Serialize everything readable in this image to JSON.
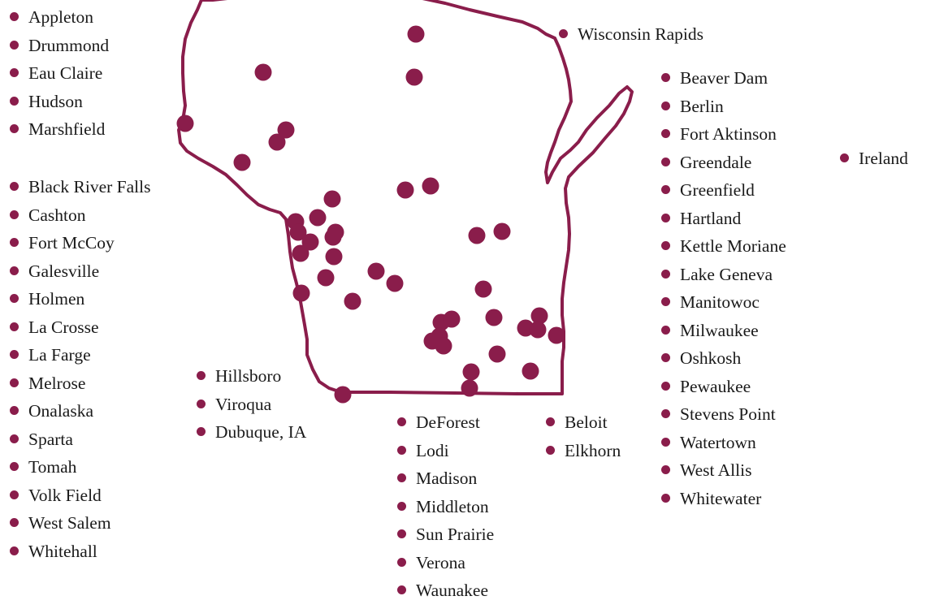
{
  "colors": {
    "accent": "#8a1d4b",
    "text": "#1a1a1a",
    "background": "#ffffff"
  },
  "map": {
    "region": "Wisconsin",
    "marker_count": 48
  },
  "lists": {
    "west_a": [
      "Appleton",
      "Drummond",
      "Eau Claire",
      "Hudson",
      "Marshfield"
    ],
    "west_b": [
      "Black River Falls",
      "Cashton",
      "Fort McCoy",
      "Galesville",
      "Holmen",
      "La Crosse",
      "La Farge",
      "Melrose",
      "Onalaska",
      "Sparta",
      "Tomah",
      "Volk Field",
      "West Salem",
      "Whitehall"
    ],
    "southwest": [
      "Hillsboro",
      "Viroqua",
      "Dubuque, IA"
    ],
    "madison": [
      "DeForest",
      "Lodi",
      "Madison",
      "Middleton",
      "Sun Prairie",
      "Verona",
      "Waunakee"
    ],
    "beloit": [
      "Beloit",
      "Elkhorn"
    ],
    "east": [
      "Beaver Dam",
      "Berlin",
      "Fort Aktinson",
      "Greendale",
      "Greenfield",
      "Hartland",
      "Kettle Moriane",
      "Lake Geneva",
      "Manitowoc",
      "Milwaukee",
      "Oshkosh",
      "Pewaukee",
      "Stevens Point",
      "Watertown",
      "West Allis",
      "Whitewater"
    ],
    "rapids": [
      "Wisconsin Rapids"
    ],
    "ireland": [
      "Ireland"
    ]
  }
}
